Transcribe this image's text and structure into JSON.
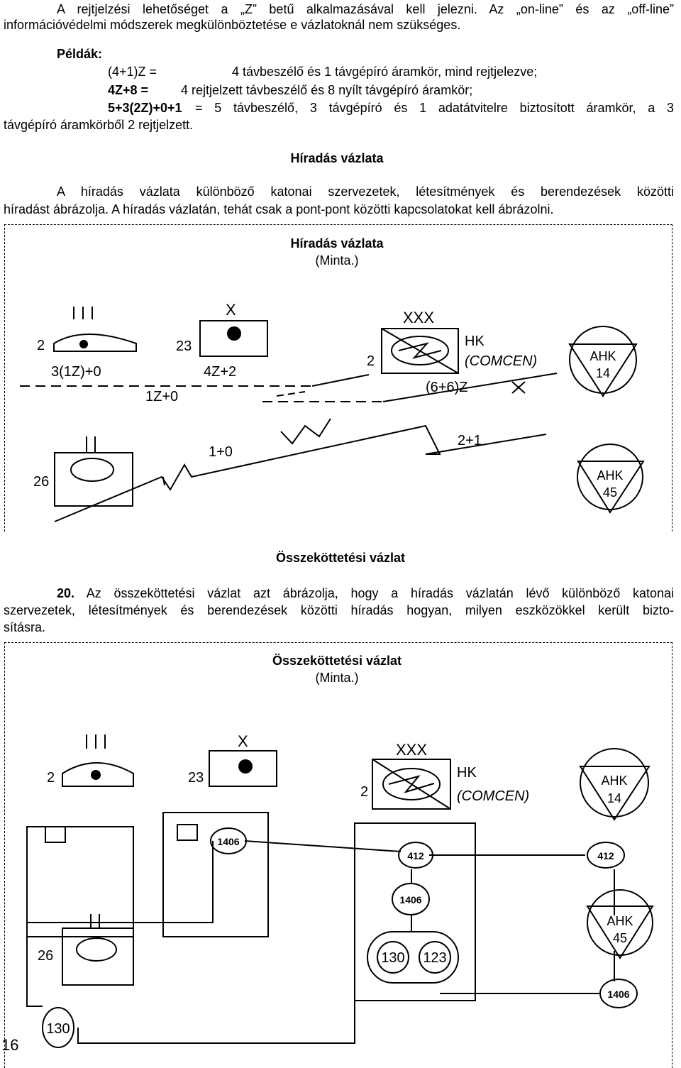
{
  "intro": {
    "line1": "A rejtjelzési lehetőséget a „Z” betű alkalmazásával kell jelezni. Az „on-line” és az „off-line”",
    "line2": "információvédelmi módszerek megkülönböztetése e vázlatoknál nem szükséges."
  },
  "examples": {
    "heading": "Példák:",
    "e1_code": "(4+1)Z =",
    "e1_text": "4 távbeszélő és 1 távgépíró áramkör, mind rejtjelezve;",
    "e2_code": "4Z+8 =",
    "e2_text": "4 rejtjelzett távbeszélő és 8 nyílt távgépíró áramkör;",
    "e3_code": "5+3(2Z)+0+1",
    "e3_text": "= 5 távbeszélő, 3 távgépíró és 1 adatátvitelre biztosított áramkör, a 3",
    "e3_cont": "távgépíró áramkörből 2 rejtjelzett."
  },
  "section1": {
    "heading": "Híradás vázlata",
    "para_line1": "A híradás vázlata különböző katonai szervezetek, létesítmények és berendezések közötti",
    "para_line2": "híradást ábrázolja. A híradás vázlatán, tehát csak a pont-pont közötti kapcsolatokat kell ábrázolni."
  },
  "diagram1": {
    "title": "Híradás vázlata",
    "subtitle": "(Minta.)",
    "labels": {
      "unit_iii_num": "2",
      "unit_iii_circuit": "3(1Z)+0",
      "link_1z": "1Z+0",
      "unit_x_mark": "X",
      "unit_x_num": "23",
      "unit_x_circuit": "4Z+2",
      "unit_xxx_mark": "XXX",
      "unit_xxx_num": "2",
      "hk": "HK",
      "comcen": "(COMCEN)",
      "link_6_6": "(6+6)Z",
      "ahk14_a": "AHK",
      "ahk14_b": "14",
      "unit_26": "26",
      "radio_1_0": "1+0",
      "radio_2_1": "2+1",
      "ahk45_a": "AHK",
      "ahk45_b": "45"
    }
  },
  "section2": {
    "heading": "Összeköttetési vázlat",
    "para_num": "20.",
    "para_line1": "Az összeköttetési vázlat azt ábrázolja, hogy a híradás vázlatán lévő különböző katonai",
    "para_line2": "szervezetek, létesítmények és berendezések közötti híradás hogyan, milyen eszközökkel került bizto-",
    "para_line3": "sításra."
  },
  "diagram2": {
    "title": "Összeköttetési vázlat",
    "subtitle": "(Minta.)",
    "labels": {
      "unit_iii_num": "2",
      "unit_x_mark": "X",
      "unit_x_num": "23",
      "unit_xxx_mark": "XXX",
      "unit_xxx_num": "2",
      "hk": "HK",
      "comcen": "(COMCEN)",
      "ahk14_a": "AHK",
      "ahk14_b": "14",
      "node_1406_a": "1406",
      "node_412_a": "412",
      "node_412_b": "412",
      "node_1406_b": "1406",
      "ahk45_a": "AHK",
      "ahk45_b": "45",
      "unit_26": "26",
      "node_130_a": "130",
      "node_123": "123",
      "node_1406_c": "1406",
      "node_130_b": "130"
    }
  },
  "page_number": "16"
}
